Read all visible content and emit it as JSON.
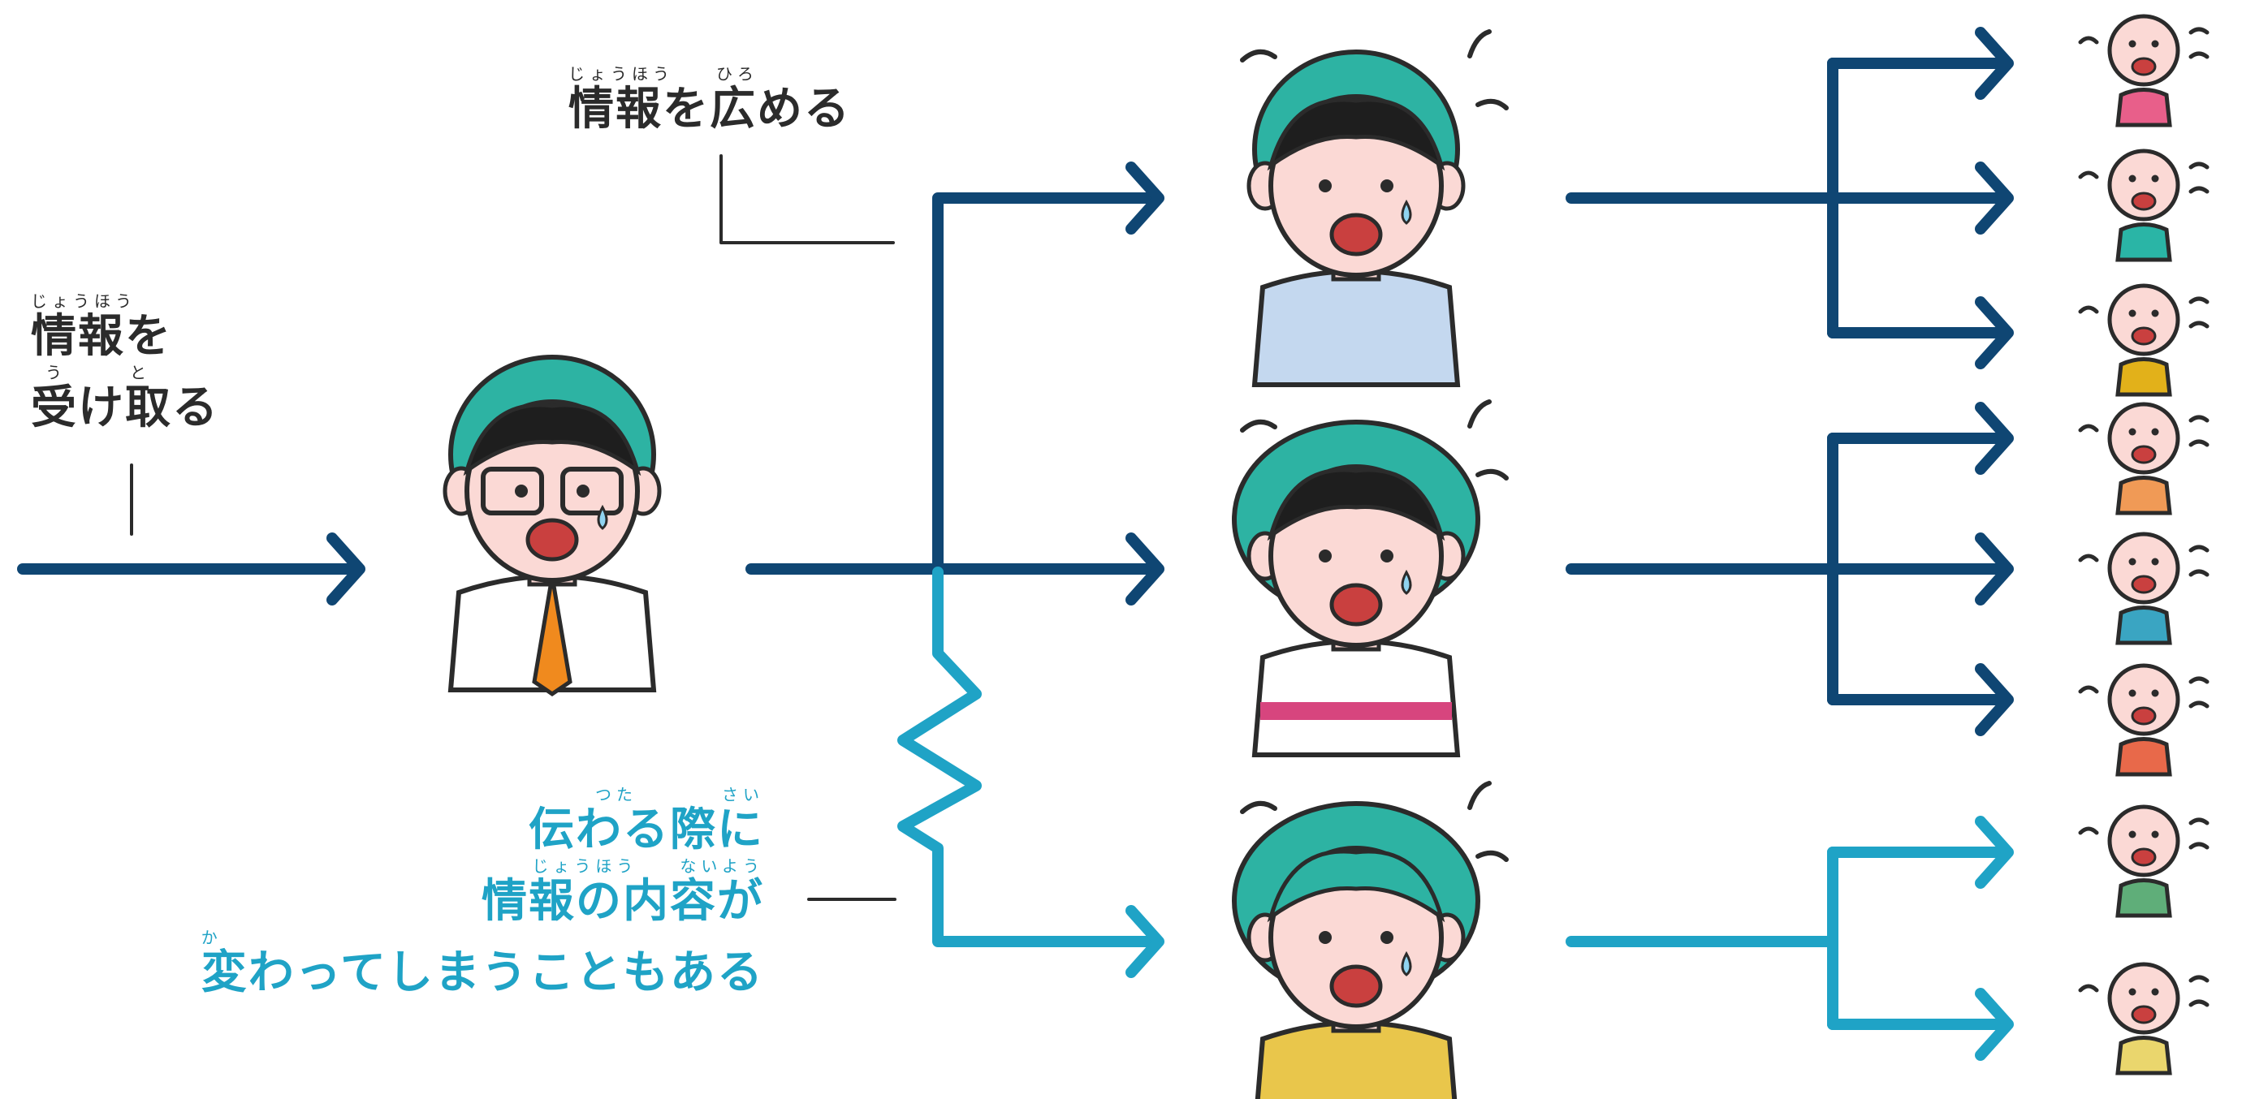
{
  "labels": {
    "receive": {
      "ruby1": "じょうほう",
      "line1": "情報を",
      "ruby2": "う　　　と",
      "line2": "受け取る"
    },
    "spread": {
      "ruby": "じょうほう　　ひろ",
      "text": "情報を広める"
    },
    "change": {
      "ruby1": "つた　　　　さい",
      "line1": "伝わる際に",
      "ruby2": "じょうほう　　ないよう",
      "line2": "情報の内容が",
      "ruby3": "か",
      "line3": "変わってしまうこともある"
    }
  },
  "colors": {
    "navy": "#0f4673",
    "teal": "#1fa3c6",
    "ink": "#2b2b2b",
    "skin": "#fbd9d5",
    "hair": "#2db3a3"
  },
  "nodes": {
    "source": {
      "name": "man-with-glasses-icon",
      "tie": "#f08a1e",
      "shirt": "#ffffff"
    },
    "tier2": [
      {
        "name": "boy-icon",
        "shirt": "#c4d8ef"
      },
      {
        "name": "girl-icon",
        "shirt": "#ffffff",
        "stripe": "#d7457e"
      },
      {
        "name": "older-woman-icon",
        "shirt": "#e9c64b"
      }
    ],
    "tier3": [
      {
        "name": "small-person-pink-icon",
        "shirt": "#e85f8a"
      },
      {
        "name": "small-person-teal-icon",
        "shirt": "#2ab5a6"
      },
      {
        "name": "small-person-yellow-icon",
        "shirt": "#e2b11a"
      },
      {
        "name": "small-person-orange-icon",
        "shirt": "#f09a56"
      },
      {
        "name": "small-person-blue-icon",
        "shirt": "#3aa5c2"
      },
      {
        "name": "small-person-red-icon",
        "shirt": "#e8694a"
      },
      {
        "name": "small-person-green-icon",
        "shirt": "#5fae79"
      },
      {
        "name": "small-person-lightyellow-icon",
        "shirt": "#ead66d"
      }
    ]
  }
}
